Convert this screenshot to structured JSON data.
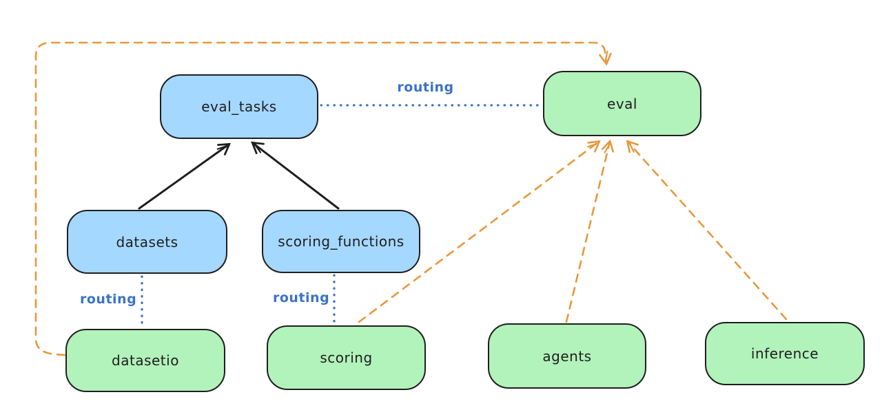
{
  "diagram": {
    "nodes": {
      "eval_tasks": {
        "label": "eval_tasks",
        "kind": "resource"
      },
      "eval": {
        "label": "eval",
        "kind": "api"
      },
      "datasets": {
        "label": "datasets",
        "kind": "resource"
      },
      "scoring_functions": {
        "label": "scoring_functions",
        "kind": "resource"
      },
      "datasetio": {
        "label": "datasetio",
        "kind": "api"
      },
      "scoring": {
        "label": "scoring",
        "kind": "api"
      },
      "agents": {
        "label": "agents",
        "kind": "api"
      },
      "inference": {
        "label": "inference",
        "kind": "api"
      }
    },
    "edge_labels": {
      "routing_top": "routing",
      "routing_datasets": "routing",
      "routing_scoring": "routing"
    },
    "edges": [
      {
        "from": "datasets",
        "to": "eval_tasks",
        "style": "solid-black-arrow"
      },
      {
        "from": "scoring_functions",
        "to": "eval_tasks",
        "style": "solid-black-arrow"
      },
      {
        "from": "eval_tasks",
        "to": "eval",
        "style": "dotted-blue",
        "label": "routing"
      },
      {
        "from": "datasets",
        "to": "datasetio",
        "style": "dotted-blue",
        "label": "routing"
      },
      {
        "from": "scoring_functions",
        "to": "scoring",
        "style": "dotted-blue",
        "label": "routing"
      },
      {
        "from": "datasetio",
        "to": "eval",
        "style": "dashed-orange-arrow"
      },
      {
        "from": "scoring",
        "to": "eval",
        "style": "dashed-orange-arrow"
      },
      {
        "from": "agents",
        "to": "eval",
        "style": "dashed-orange-arrow"
      },
      {
        "from": "inference",
        "to": "eval",
        "style": "dashed-orange-arrow"
      }
    ],
    "colors": {
      "node_blue_fill": "#a5d8ff",
      "node_green_fill": "#b2f2bb",
      "node_stroke": "#1e1e1e",
      "edge_orange": "#e8973c",
      "edge_blue": "#3b72c8",
      "edge_black": "#1e1e1e"
    }
  }
}
